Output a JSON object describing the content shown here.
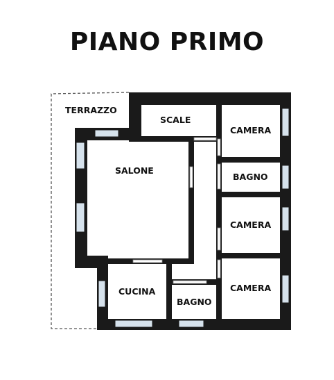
{
  "title": "PIANO PRIMO",
  "colors": {
    "wall": "#1a1a1a",
    "window_glass": "#d6e2ec",
    "dashed": "#555555",
    "background": "#ffffff"
  },
  "rooms": {
    "terrazzo": "TERRAZZO",
    "scale": "SCALE",
    "salone": "SALONE",
    "camera_1": "CAMERA",
    "bagno_1": "BAGNO",
    "camera_2": "CAMERA",
    "camera_3": "CAMERA",
    "cucina": "CUCINA",
    "bagno_2": "BAGNO"
  }
}
